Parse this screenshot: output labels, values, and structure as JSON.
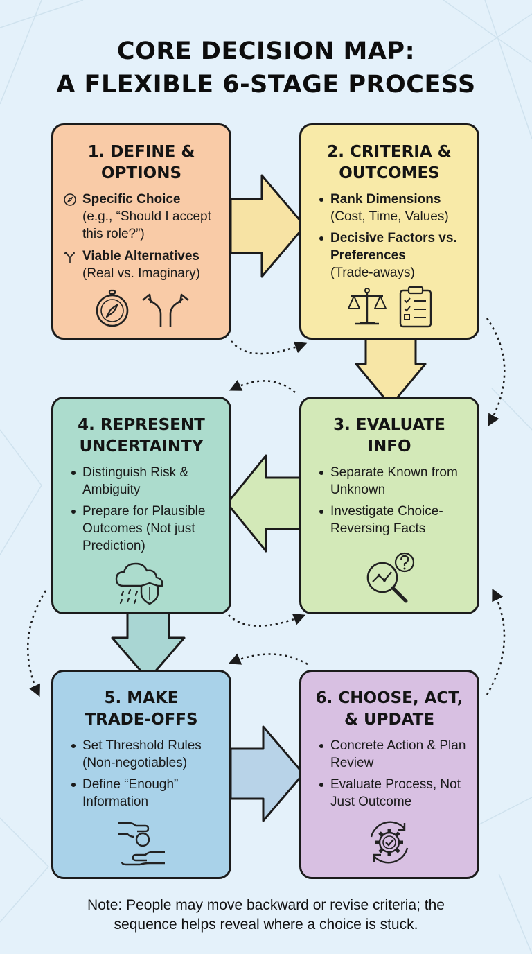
{
  "title": {
    "line1": "CORE DECISION MAP:",
    "line2": "A FLEXIBLE 6-STAGE PROCESS"
  },
  "colors": {
    "background": "#e4f1fa",
    "stage1": "#f9cba7",
    "stage2": "#f8eaa8",
    "stage3": "#d3e9b8",
    "stage4": "#acdccd",
    "stage5": "#a9d2e9",
    "stage6": "#d8c0e2"
  },
  "stages": {
    "s1": {
      "title_line1": "1. DEFINE &",
      "title_line2": "OPTIONS",
      "item1_head": "Specific Choice",
      "item1_body": "(e.g., “Should I accept this role?”)",
      "item1_icon": "compass-small-icon",
      "item2_head": "Viable Alternatives",
      "item2_body": "(Real vs. Imaginary)",
      "item2_icon": "fork-small-icon",
      "icons": [
        "compass-icon",
        "fork-road-icon"
      ]
    },
    "s2": {
      "title_line1": "2. CRITERIA &",
      "title_line2": "OUTCOMES",
      "item1_head": "Rank Dimensions",
      "item1_body": "(Cost, Time, Values)",
      "item2_head": "Decisive Factors vs. Preferences",
      "item2_body": "(Trade-aways)",
      "icons": [
        "balance-scale-icon",
        "checklist-clipboard-icon"
      ]
    },
    "s3": {
      "title_line1": "3. EVALUATE",
      "title_line2": "INFO",
      "bullets": [
        "Separate Known from Unknown",
        "Investigate Choice-Reversing Facts"
      ],
      "icons": [
        "magnifier-question-icon"
      ]
    },
    "s4": {
      "title_line1": "4. REPRESENT",
      "title_line2": "UNCERTAINTY",
      "bullets": [
        "Distinguish Risk & Ambiguity",
        "Prepare for Plausible Outcomes (Not just Prediction)"
      ],
      "icons": [
        "rain-cloud-shield-icon"
      ]
    },
    "s5": {
      "title_line1": "5. MAKE",
      "title_line2": "TRADE-OFFS",
      "bullets": [
        "Set Threshold Rules (Non-negotiables)",
        "Define “Enough” Information"
      ],
      "icons": [
        "hand-exchange-icon"
      ]
    },
    "s6": {
      "title_line1": "6. CHOOSE, ACT,",
      "title_line2": "& UPDATE",
      "bullets": [
        "Concrete Action & Plan Review",
        "Evaluate Process, Not Just Outcome"
      ],
      "icons": [
        "gear-check-cycle-icon"
      ]
    }
  },
  "note": {
    "line1": "Note: People may move backward or revise criteria; the",
    "line2": "sequence helps reveal where a choice is stuck."
  }
}
